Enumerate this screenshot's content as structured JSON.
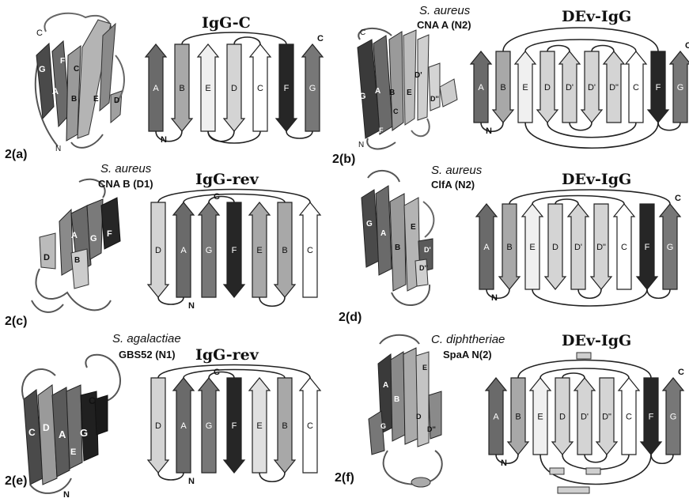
{
  "panels": [
    {
      "id": "a",
      "label": "2(a)",
      "organism": "",
      "protein": "",
      "topology_title": "IgG-C",
      "structure_labels": [
        "C",
        "G",
        "F",
        "C",
        "A",
        "B",
        "E",
        "D",
        "N"
      ],
      "strands": [
        {
          "name": "A",
          "dir": "up",
          "shade": "#6a6a6a"
        },
        {
          "name": "B",
          "dir": "down",
          "shade": "#a8a8a8"
        },
        {
          "name": "E",
          "dir": "up",
          "shade": "#f0f0f0"
        },
        {
          "name": "D",
          "dir": "down",
          "shade": "#d4d4d4"
        },
        {
          "name": "C",
          "dir": "up",
          "shade": "#ffffff"
        },
        {
          "name": "F",
          "dir": "down",
          "shade": "#262626"
        },
        {
          "name": "G",
          "dir": "up",
          "shade": "#777777"
        }
      ],
      "terminus_n": "N",
      "terminus_c": "C"
    },
    {
      "id": "b",
      "label": "2(b)",
      "organism": "S. aureus",
      "protein": "CNA A (N2)",
      "topology_title": "DEv-IgG",
      "structure_labels": [
        "C",
        "G",
        "A",
        "B",
        "C",
        "E",
        "D'",
        "D''",
        "F",
        "N"
      ],
      "strands": [
        {
          "name": "A",
          "dir": "up",
          "shade": "#6a6a6a"
        },
        {
          "name": "B",
          "dir": "down",
          "shade": "#a8a8a8"
        },
        {
          "name": "E",
          "dir": "up",
          "shade": "#f0f0f0"
        },
        {
          "name": "D",
          "dir": "down",
          "shade": "#d4d4d4"
        },
        {
          "name": "D'",
          "dir": "up",
          "shade": "#d4d4d4"
        },
        {
          "name": "D'",
          "dir": "down",
          "shade": "#d4d4d4"
        },
        {
          "name": "D\"",
          "dir": "up",
          "shade": "#d4d4d4"
        },
        {
          "name": "C",
          "dir": "up",
          "shade": "#ffffff"
        },
        {
          "name": "F",
          "dir": "down",
          "shade": "#262626"
        },
        {
          "name": "G",
          "dir": "up",
          "shade": "#777777"
        }
      ],
      "terminus_n": "N",
      "terminus_c": "C"
    },
    {
      "id": "c",
      "label": "2(c)",
      "organism": "S. aureus",
      "protein": "CNA B (D1)",
      "topology_title": "IgG-rev",
      "structure_labels": [
        "A",
        "G",
        "F",
        "D",
        "B"
      ],
      "strands": [
        {
          "name": "D",
          "dir": "down",
          "shade": "#d4d4d4"
        },
        {
          "name": "A",
          "dir": "up",
          "shade": "#6a6a6a"
        },
        {
          "name": "G",
          "dir": "up",
          "shade": "#777777"
        },
        {
          "name": "F",
          "dir": "down",
          "shade": "#262626"
        },
        {
          "name": "E",
          "dir": "up",
          "shade": "#a8a8a8"
        },
        {
          "name": "B",
          "dir": "down",
          "shade": "#a8a8a8"
        },
        {
          "name": "C",
          "dir": "up",
          "shade": "#ffffff"
        }
      ],
      "terminus_n": "N",
      "terminus_c": "C"
    },
    {
      "id": "d",
      "label": "2(d)",
      "organism": "S. aureus",
      "protein": "ClfA (N2)",
      "topology_title": "DEv-IgG",
      "structure_labels": [
        "G",
        "A",
        "E",
        "B",
        "D'",
        "D''"
      ],
      "strands": [
        {
          "name": "A",
          "dir": "up",
          "shade": "#6a6a6a"
        },
        {
          "name": "B",
          "dir": "down",
          "shade": "#a8a8a8"
        },
        {
          "name": "E",
          "dir": "up",
          "shade": "#f0f0f0"
        },
        {
          "name": "D",
          "dir": "down",
          "shade": "#d4d4d4"
        },
        {
          "name": "D'",
          "dir": "up",
          "shade": "#d4d4d4"
        },
        {
          "name": "D\"",
          "dir": "down",
          "shade": "#d4d4d4"
        },
        {
          "name": "C",
          "dir": "up",
          "shade": "#ffffff"
        },
        {
          "name": "F",
          "dir": "down",
          "shade": "#262626"
        },
        {
          "name": "G",
          "dir": "up",
          "shade": "#777777"
        }
      ],
      "terminus_n": "N",
      "terminus_c": "C"
    },
    {
      "id": "e",
      "label": "2(e)",
      "organism": "S. agalactiae",
      "protein": "GBS52 (N1)",
      "topology_title": "IgG-rev",
      "structure_labels": [
        "C",
        "C",
        "D",
        "A",
        "G",
        "E",
        "N"
      ],
      "strands": [
        {
          "name": "D",
          "dir": "down",
          "shade": "#d4d4d4"
        },
        {
          "name": "A",
          "dir": "up",
          "shade": "#6a6a6a"
        },
        {
          "name": "G",
          "dir": "up",
          "shade": "#777777"
        },
        {
          "name": "F",
          "dir": "down",
          "shade": "#262626"
        },
        {
          "name": "E",
          "dir": "up",
          "shade": "#e0e0e0"
        },
        {
          "name": "B",
          "dir": "down",
          "shade": "#a8a8a8"
        },
        {
          "name": "C",
          "dir": "up",
          "shade": "#ffffff"
        }
      ],
      "terminus_n": "N",
      "terminus_c": "C"
    },
    {
      "id": "f",
      "label": "2(f)",
      "organism": "C. diphtheriae",
      "protein": "SpaA N(2)",
      "topology_title": "DEv-IgG",
      "structure_labels": [
        "E",
        "A",
        "B",
        "D'",
        "D",
        "D''",
        "G"
      ],
      "strands": [
        {
          "name": "A",
          "dir": "up",
          "shade": "#6a6a6a"
        },
        {
          "name": "B",
          "dir": "down",
          "shade": "#a8a8a8"
        },
        {
          "name": "E",
          "dir": "up",
          "shade": "#f0f0f0"
        },
        {
          "name": "D",
          "dir": "down",
          "shade": "#d4d4d4"
        },
        {
          "name": "D'",
          "dir": "up",
          "shade": "#d4d4d4"
        },
        {
          "name": "D\"",
          "dir": "down",
          "shade": "#d4d4d4"
        },
        {
          "name": "C",
          "dir": "up",
          "shade": "#ffffff"
        },
        {
          "name": "F",
          "dir": "down",
          "shade": "#262626"
        },
        {
          "name": "G",
          "dir": "up",
          "shade": "#777777"
        }
      ],
      "terminus_n": "N",
      "terminus_c": "C"
    }
  ]
}
